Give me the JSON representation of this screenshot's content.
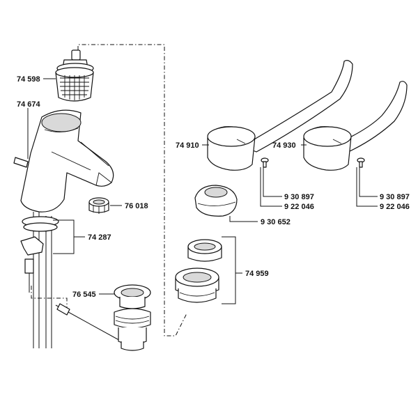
{
  "parts": {
    "cartridge": "74 598",
    "spout_body": "74 674",
    "aerator": "76 018",
    "pop_rod_set": "74 287",
    "waste_valve": "76 545",
    "lever_handle_a": "74 910",
    "lever_handle_b": "74 930",
    "screw_a": "9 30 897",
    "screw_b": "9 30 897",
    "cap_a": "9 22 046",
    "cap_b": "9 22 046",
    "cover_cap": "9 30 652",
    "adapter_set": "74 959"
  }
}
